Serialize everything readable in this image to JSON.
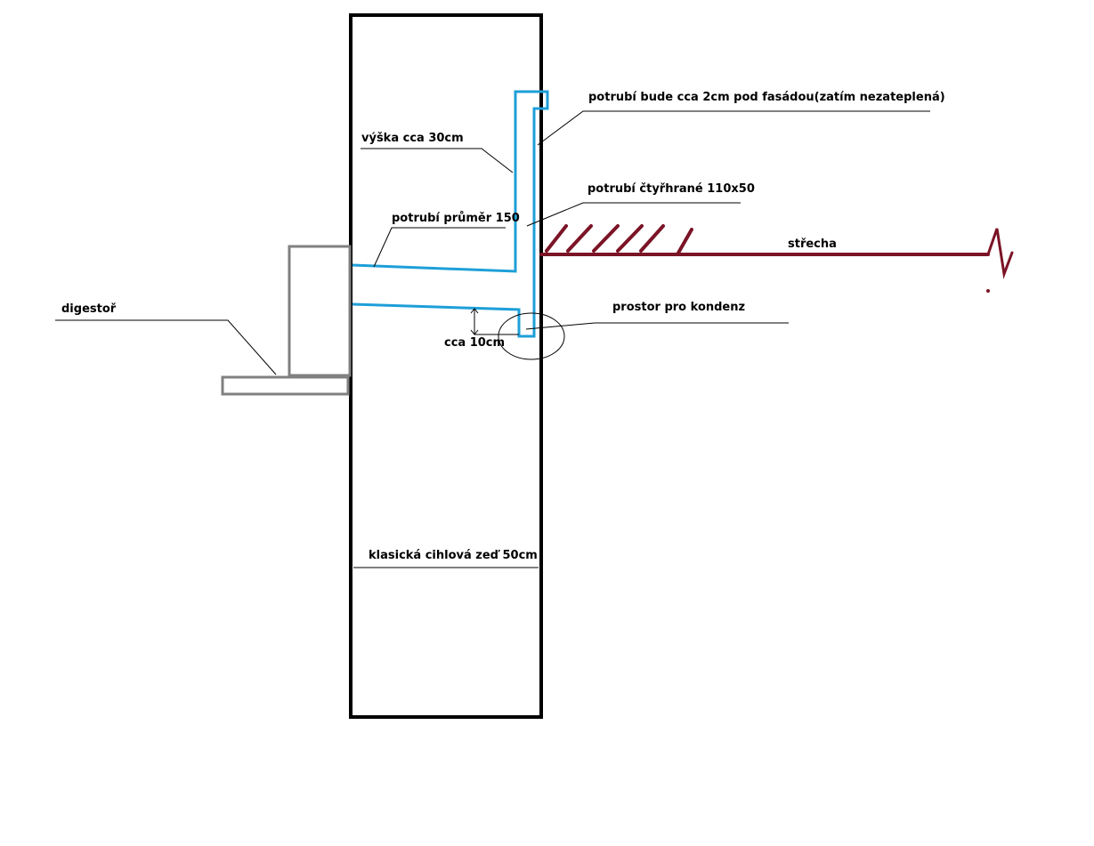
{
  "labels": {
    "wall": "klasická cihlová zeď 50cm",
    "hood": "digestoř",
    "height": "výška cca 30cm",
    "round_pipe": "potrubí průměr 150",
    "facade_pipe": "potrubí bude cca 2cm pod fasádou(zatím nezateplená)",
    "square_pipe": "potrubí čtyřhrané 110x50",
    "roof": "střecha",
    "condensate": "prostor pro kondenz",
    "gap": "cca 10cm"
  },
  "colors": {
    "wall": "#000000",
    "hood": "#808080",
    "pipe": "#1e9fd8",
    "roof": "#7b1426",
    "leader": "#000000"
  }
}
